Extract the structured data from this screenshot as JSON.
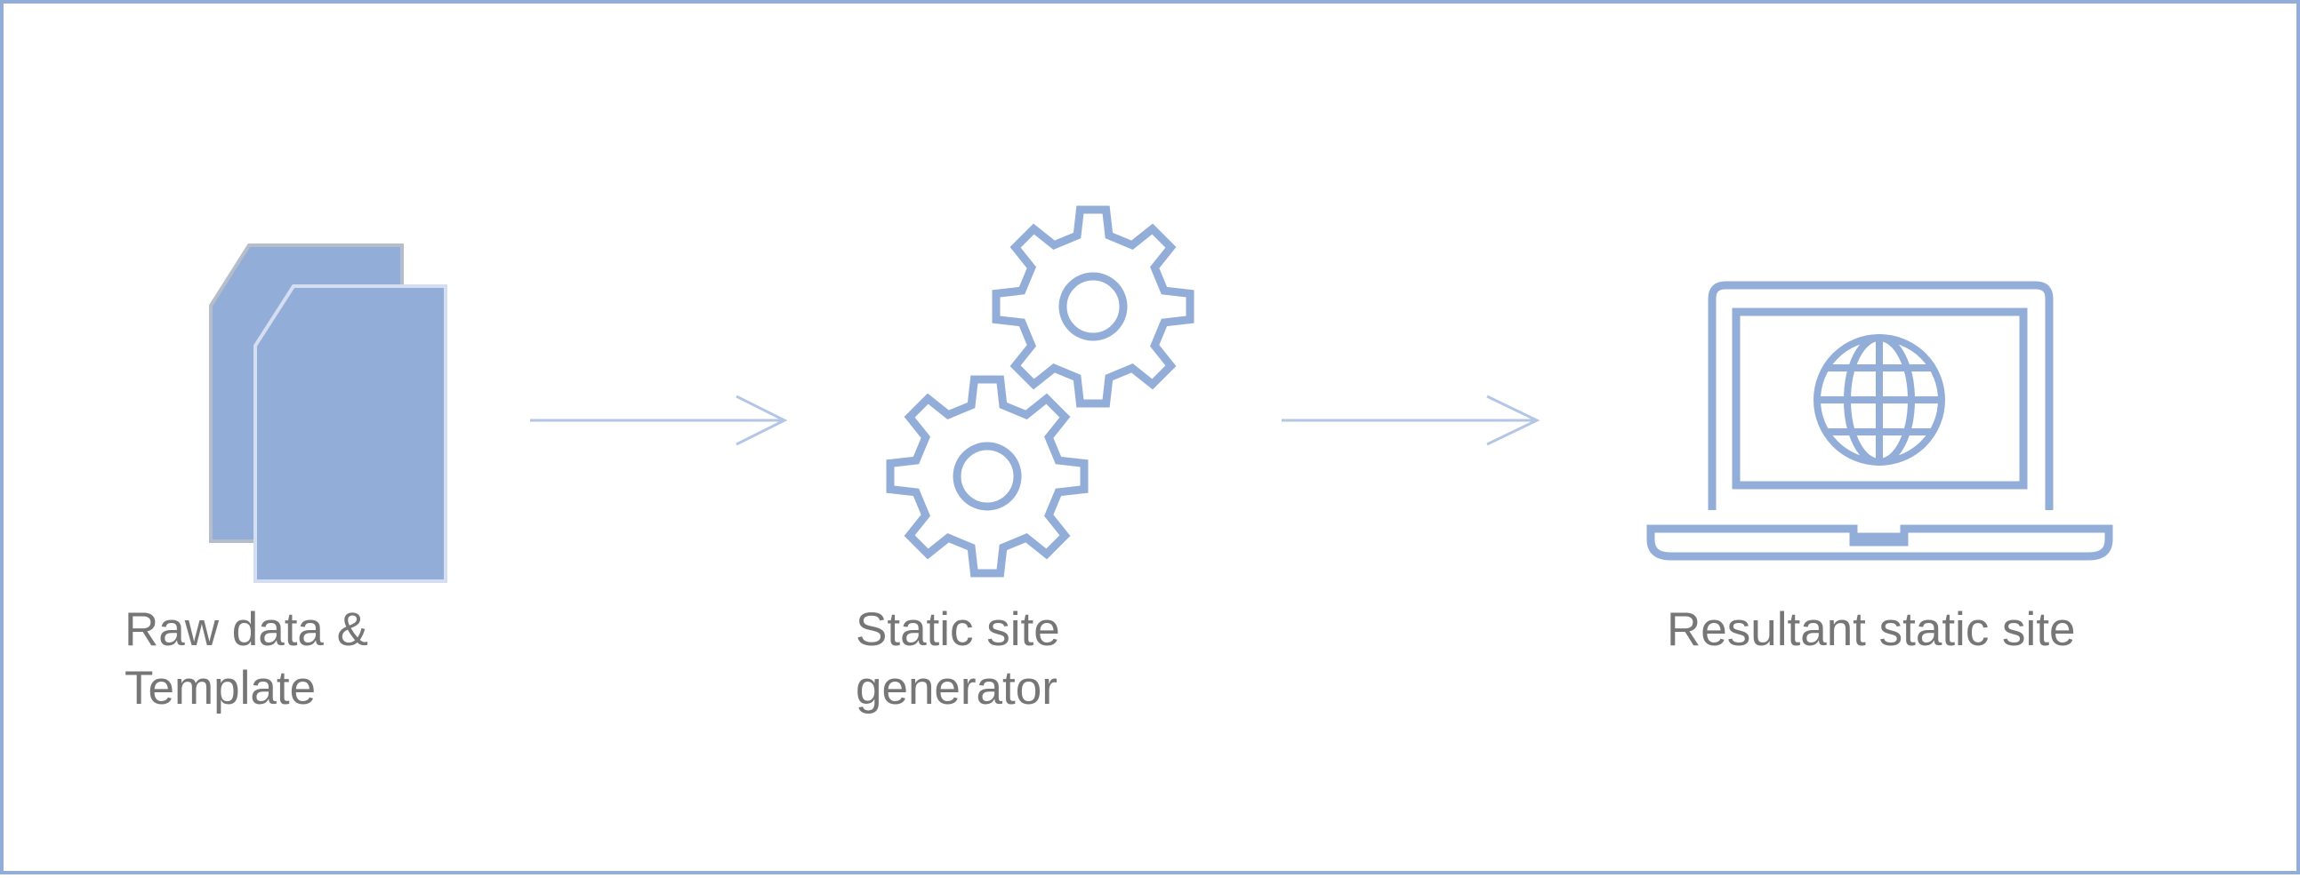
{
  "colors": {
    "accent": "#93add9",
    "accent_border": "#c9d5ea",
    "text": "#767676",
    "background": "#ffffff"
  },
  "steps": [
    {
      "icon": "documents-icon",
      "label_lines": [
        "Raw data &",
        "Template"
      ]
    },
    {
      "icon": "gears-icon",
      "label_lines": [
        "Static site",
        "generator"
      ]
    },
    {
      "icon": "laptop-globe-icon",
      "label_lines": [
        "Resultant static site"
      ]
    }
  ],
  "connectors": [
    {
      "from": 0,
      "to": 1,
      "icon": "arrow-right-icon"
    },
    {
      "from": 1,
      "to": 2,
      "icon": "arrow-right-icon"
    }
  ]
}
